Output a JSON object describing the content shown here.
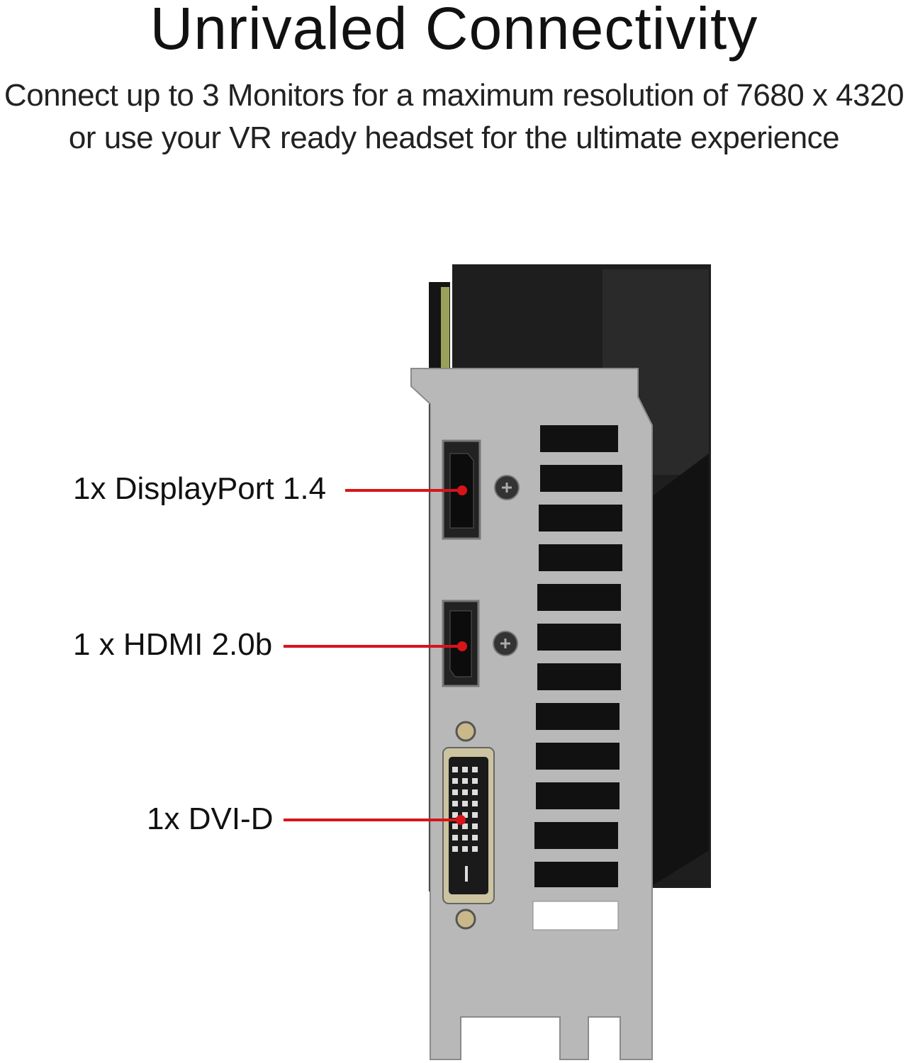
{
  "header": {
    "title": "Unrivaled Connectivity",
    "subtitle_line1": "Connect up to 3 Monitors for a maximum resolution of 7680 x 4320",
    "subtitle_line2": "or use your VR ready headset for the ultimate experience"
  },
  "ports": [
    {
      "label": "1x DisplayPort 1.4"
    },
    {
      "label": "1 x HDMI 2.0b"
    },
    {
      "label": "1x DVI-D"
    }
  ],
  "colors": {
    "callout": "#d7141a",
    "bracket": "#b5b5b5",
    "card": "#1c1c1c"
  }
}
